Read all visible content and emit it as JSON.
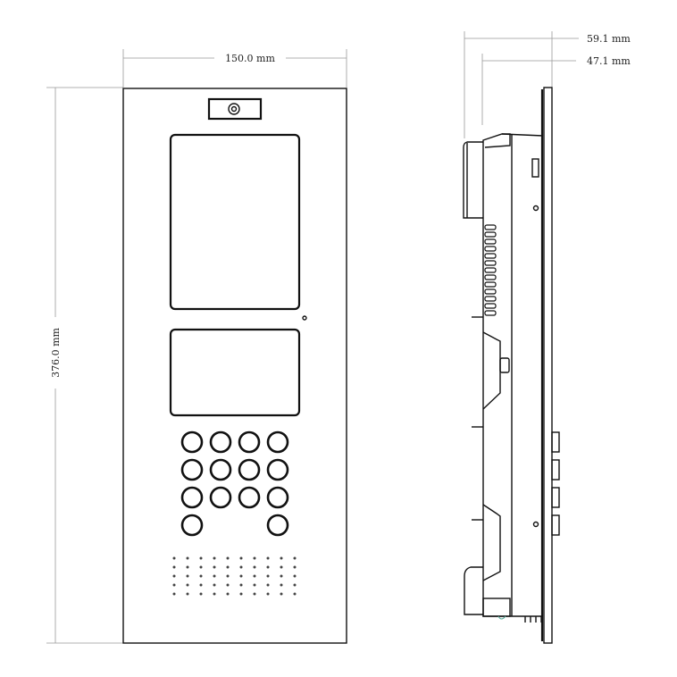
{
  "dimensions": {
    "width": "150.0 mm",
    "height": "376.0 mm",
    "total_depth": "59.1 mm",
    "body_depth": "47.1 mm"
  },
  "keypad": {
    "rows": 4,
    "cols": 4,
    "missing_keys": [
      [
        3,
        1
      ],
      [
        3,
        2
      ]
    ]
  },
  "speaker_grid": {
    "rows": 5,
    "cols": 10
  },
  "colors": {
    "line": "#111111",
    "dimension": "#999999"
  }
}
